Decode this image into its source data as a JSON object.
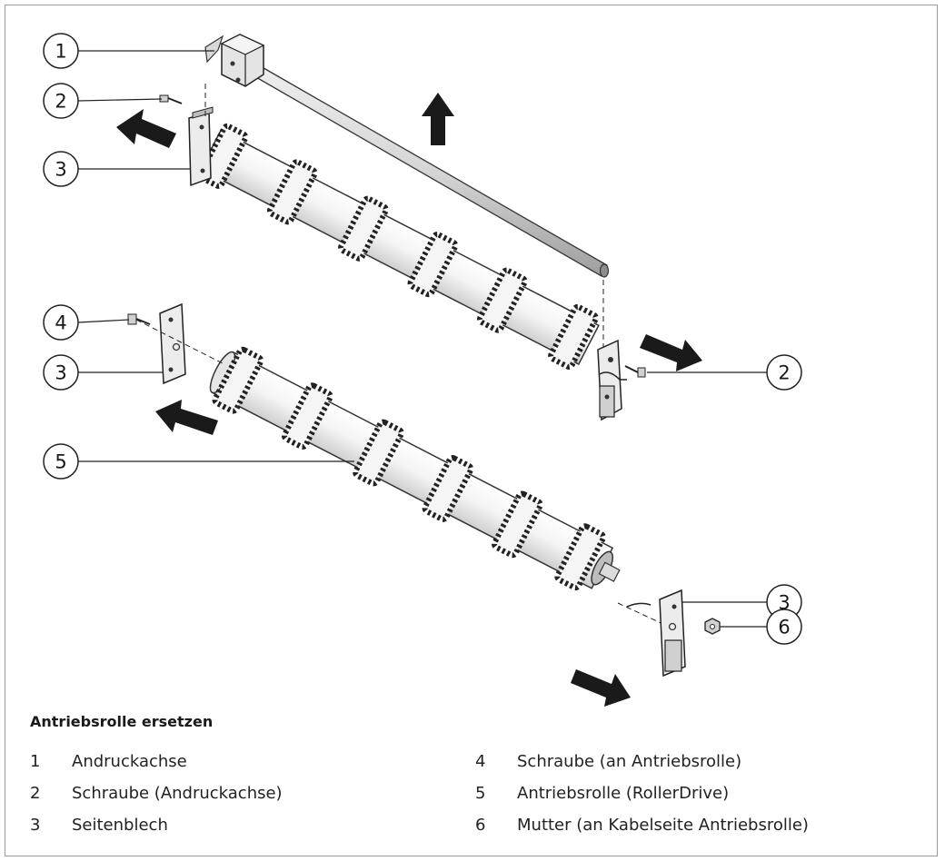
{
  "caption": "Antriebsrolle ersetzen",
  "callouts": [
    "1",
    "2",
    "3",
    "2",
    "4",
    "3",
    "5",
    "3",
    "6"
  ],
  "legend": [
    {
      "number": "1",
      "text": "Andruckachse"
    },
    {
      "number": "2",
      "text": "Schraube (Andruckachse)"
    },
    {
      "number": "3",
      "text": "Seitenblech"
    },
    {
      "number": "4",
      "text": "Schraube (an Antriebsrolle)"
    },
    {
      "number": "5",
      "text": "Antriebsrolle (RollerDrive)"
    },
    {
      "number": "6",
      "text": "Mutter (an Kabelseite Antriebsrolle)"
    }
  ]
}
